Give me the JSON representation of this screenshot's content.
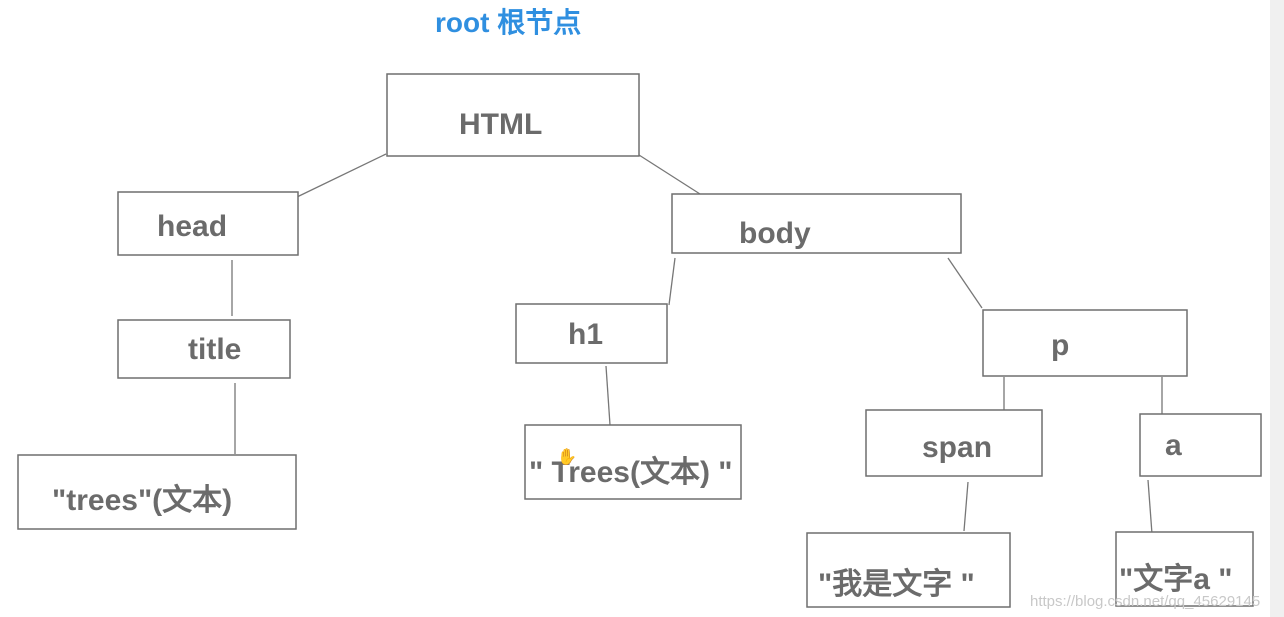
{
  "root_label": "root 根节点",
  "nodes": {
    "html": "HTML",
    "head": "head",
    "body": "body",
    "title": "title",
    "title_text": "\"trees\"(文本)",
    "h1": "h1",
    "h1_text": "\" Trees(文本) \"",
    "p": "p",
    "span": "span",
    "a": "a",
    "span_text": "\"我是文字 \"",
    "a_text": "\"文字a \""
  },
  "watermark": "https://blog.csdn.net/qq_45629145",
  "colors": {
    "root_label": "#2f8fe0",
    "node_text": "#6b6b6b",
    "lines": "#777777"
  }
}
